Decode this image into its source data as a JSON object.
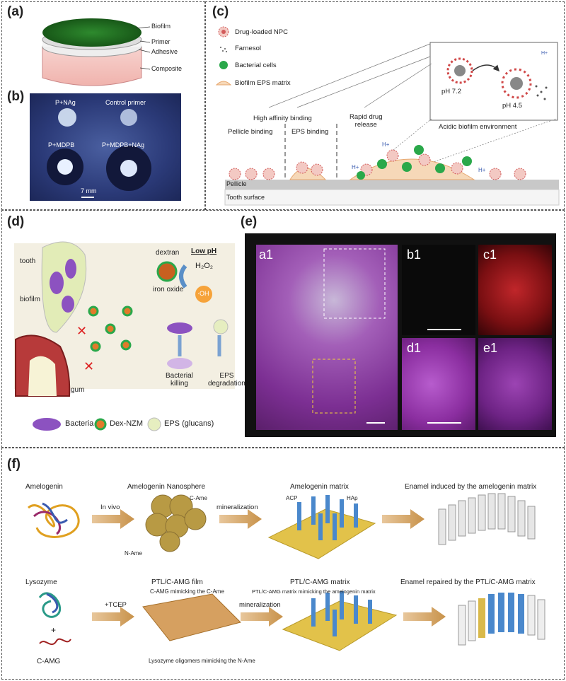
{
  "panels": {
    "a": {
      "label": "(a)",
      "layers": [
        "Biofilm",
        "Primer",
        "Adhesive",
        "Composite"
      ]
    },
    "b": {
      "label": "(b)",
      "wells": [
        "P+NAg",
        "Control primer",
        "P+MDPB",
        "P+MDPB+NAg"
      ],
      "scale": "7 mm"
    },
    "c": {
      "label": "(c)",
      "legend": [
        "Drug-loaded NPC",
        "Farnesol",
        "Bacterial cells",
        "Biofilm EPS matrix"
      ],
      "high_affinity": "High affinity binding",
      "pellicle_binding": "Pellicle binding",
      "eps_binding": "EPS binding",
      "rapid_release": "Rapid drug\nrelease",
      "acidic": "Acidic biofilm environment",
      "ph1": "pH 7.2",
      "ph2": "pH 4.5",
      "hplus": "H+",
      "pellicle": "Pellicle",
      "tooth_surface": "Tooth surface"
    },
    "d": {
      "label": "(d)",
      "tooth": "tooth",
      "biofilm": "biofilm",
      "gum": "gum",
      "dextran": "dextran",
      "iron_oxide": "iron oxide",
      "low_ph": "Low pH",
      "h2o2": "H₂O₂",
      "oh": "·OH",
      "bacterial_killing": "Bacterial\nkilling",
      "eps_degradation": "EPS\ndegradation",
      "legend": [
        "Bacteria",
        "Dex-NZM",
        "EPS (glucans)"
      ]
    },
    "e": {
      "label": "(e)",
      "tiles": [
        "a1",
        "b1",
        "c1",
        "d1",
        "e1"
      ]
    },
    "f": {
      "label": "(f)",
      "row1": [
        "Amelogenin",
        "Amelogenin Nanosphere",
        "Amelogenin matrix",
        "Enamel induced by the amelogenin matrix"
      ],
      "row1_arrows": [
        "In vivo",
        "mineralization"
      ],
      "c_ame": "C-Ame",
      "n_ame": "N-Ame",
      "acp": "ACP",
      "hap": "HAp",
      "row2": [
        "Lysozyme",
        "PTL/C-AMG film",
        "PTL/C-AMG matrix",
        "Enamel repaired by the PTL/C-AMG matrix"
      ],
      "row2_arrows": [
        "+TCEP",
        "mineralization"
      ],
      "c_amg_mimic": "C-AMG mimicking the C-Ame",
      "ptl_mimic": "PTL/C-AMG matrix mimicking the amelogenin matrix",
      "lyso_mimic": "Lysozyme oligomers mimicking the N-Ame",
      "c_amg": "C-AMG",
      "plus": "+"
    }
  },
  "colors": {
    "magenta": "#a43fb6",
    "green": "#2aa84a",
    "gold": "#c9a84a",
    "blue": "#3a7fc8",
    "arrow": "#c8924a"
  }
}
